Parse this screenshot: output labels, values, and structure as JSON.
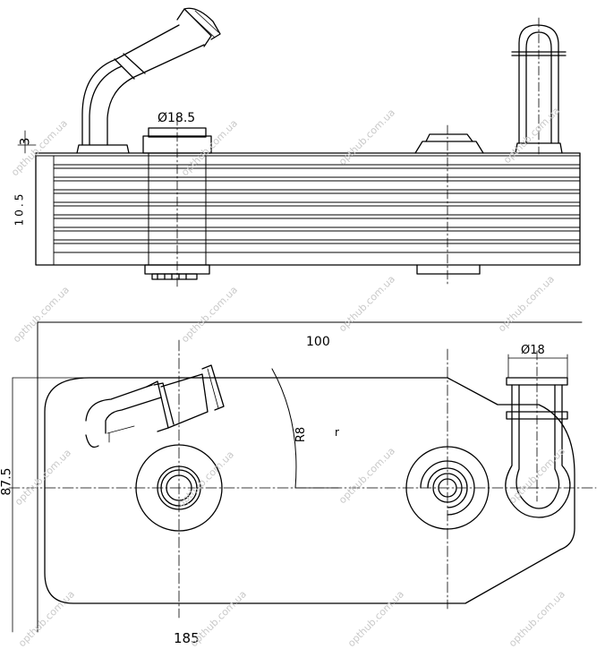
{
  "dimensions": {
    "top_pipe_diameter": "Ø18.5",
    "top_small_height": "3",
    "side_vertical_label": "10.5",
    "top_width": "100",
    "right_pipe_diameter": "Ø18",
    "radius_mark": "R8",
    "small_r_mark": "r",
    "left_vertical": "87.5",
    "overall_length": "185"
  },
  "watermark": {
    "text": "opthub.com.ua"
  }
}
